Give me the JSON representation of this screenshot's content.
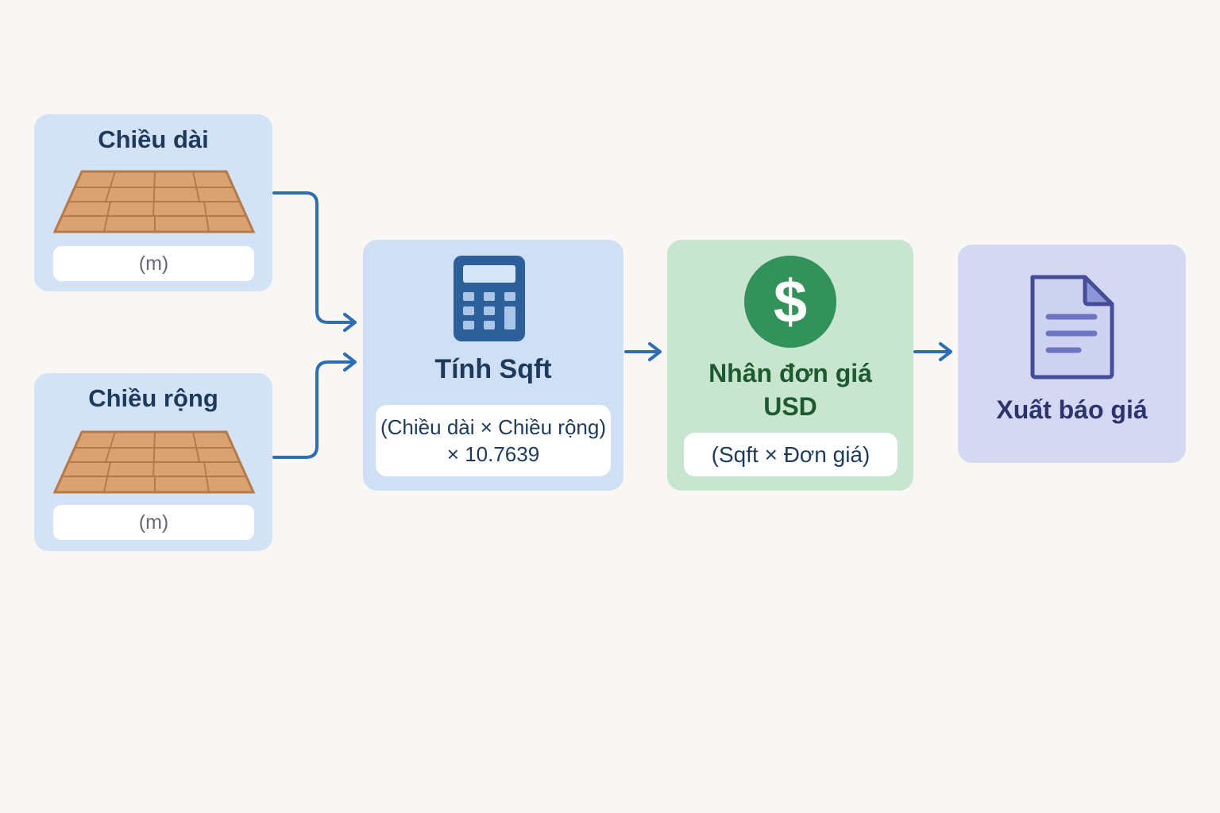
{
  "inputs": {
    "length": {
      "title": "Chiều dài",
      "unit": "(m)"
    },
    "width": {
      "title": "Chiều rộng",
      "unit": "(m)"
    }
  },
  "calc": {
    "title": "Tính Sqft",
    "formula_line1": "(Chiều dài × Chiều rộng)",
    "formula_line2": "× 10.7639"
  },
  "price": {
    "title_line1": "Nhân đơn giá",
    "title_line2": "USD",
    "formula": "(Sqft × Đơn giá)"
  },
  "output": {
    "title": "Xuất báo giá"
  },
  "icons": {
    "floor": "wood-floor-icon",
    "calculator": "calculator-icon",
    "dollar": "dollar-coin-icon",
    "document": "document-icon"
  },
  "colors": {
    "input_bg": "#d3e2f5",
    "calc_bg": "#cfe0f4",
    "price_bg": "#c8e6cf",
    "output_bg": "#d4d8f3",
    "arrow": "#2f6db3",
    "title_blue": "#1d3a5c",
    "title_green": "#1e5a2f",
    "title_purple": "#2c3470"
  }
}
